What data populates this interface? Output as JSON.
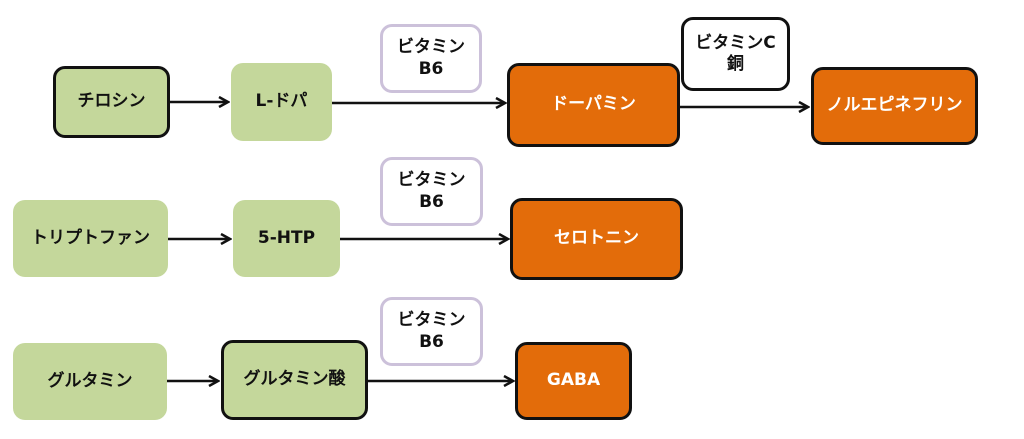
{
  "diagram": {
    "pathways": [
      {
        "name": "dopamine-pathway",
        "nodes": [
          "チロシン",
          "L-ドパ",
          "ドーパミン",
          "ノルエピネフリン"
        ],
        "cofactors": [
          "ビタミン\nB6",
          "ビタミンC\n銅"
        ]
      },
      {
        "name": "serotonin-pathway",
        "nodes": [
          "トリプトファン",
          "5-HTP",
          "セロトニン"
        ],
        "cofactors": [
          "ビタミン\nB6"
        ]
      },
      {
        "name": "gaba-pathway",
        "nodes": [
          "グルタミン",
          "グルタミン酸",
          "GABA"
        ],
        "cofactors": [
          "ビタミン\nB6"
        ]
      }
    ],
    "colors": {
      "precursor": "#c4d79b",
      "neurotransmitter": "#e36c0a",
      "cofactor_border": "#ccc1da",
      "outline": "#111111"
    }
  }
}
